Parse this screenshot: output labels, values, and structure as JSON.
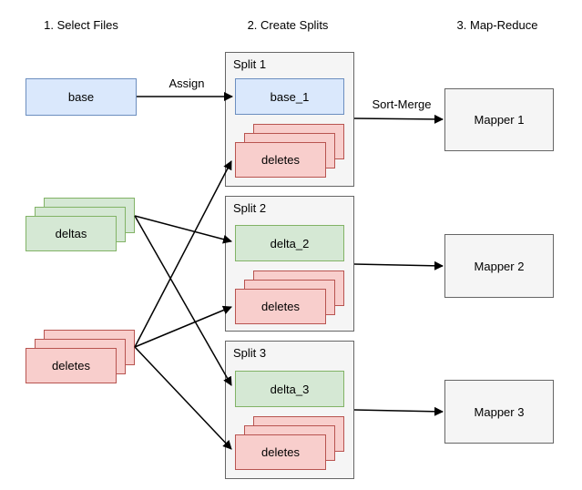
{
  "diagram": {
    "title_steps": {
      "step1": "1. Select Files",
      "step2": "2. Create Splits",
      "step3": "3. Map-Reduce"
    },
    "source_files": {
      "base_label": "base",
      "deltas_label": "deltas",
      "deletes_label": "deletes"
    },
    "edge_labels": {
      "assign": "Assign",
      "sort_merge": "Sort-Merge"
    },
    "splits": [
      {
        "title": "Split 1",
        "primary_label": "base_1",
        "primary_type": "base",
        "deletes_label": "deletes"
      },
      {
        "title": "Split 2",
        "primary_label": "delta_2",
        "primary_type": "delta",
        "deletes_label": "deletes"
      },
      {
        "title": "Split 3",
        "primary_label": "delta_3",
        "primary_type": "delta",
        "deletes_label": "deletes"
      }
    ],
    "mappers": [
      {
        "label": "Mapper 1"
      },
      {
        "label": "Mapper 2"
      },
      {
        "label": "Mapper 3"
      }
    ],
    "colors": {
      "base_fill": "#dae8fc",
      "base_stroke": "#6c8ebf",
      "delta_fill": "#d5e8d4",
      "delta_stroke": "#82b366",
      "delete_fill": "#f8cecc",
      "delete_stroke": "#b85450",
      "container_fill": "#f5f5f5",
      "container_stroke": "#666666",
      "arrow": "#000000"
    }
  }
}
